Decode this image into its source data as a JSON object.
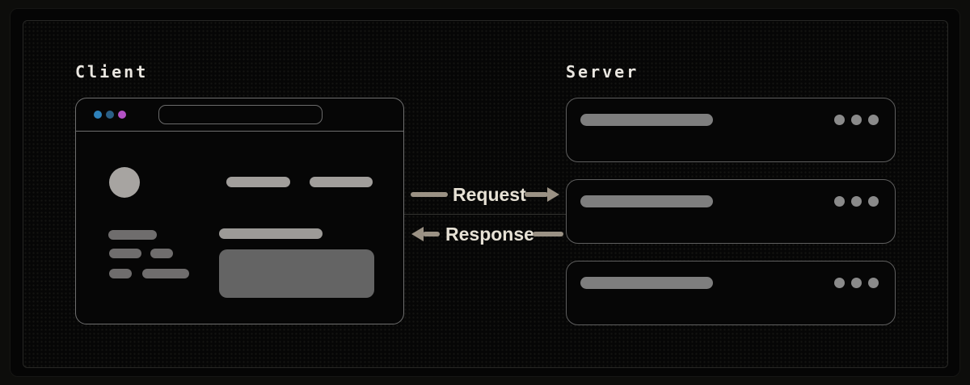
{
  "client": {
    "label": "Client",
    "window": {
      "traffic_light_colors": [
        "#2e81ba",
        "#2a5f86",
        "#b351c5"
      ]
    }
  },
  "server": {
    "label": "Server",
    "node_count": 3
  },
  "flows": {
    "request": "Request",
    "response": "Response"
  },
  "colors": {
    "arrow": "#9a9184",
    "flow_text": "#e6e1d5",
    "label_text": "#eae7e1",
    "panel_border": "#272725",
    "window_border": "#6f6f6f",
    "server_border": "#5f5f5f",
    "skeleton_light": "#a19e9b",
    "skeleton_dark": "#6f6d6d",
    "server_bar": "#7e7e7e",
    "background": "#060606"
  }
}
